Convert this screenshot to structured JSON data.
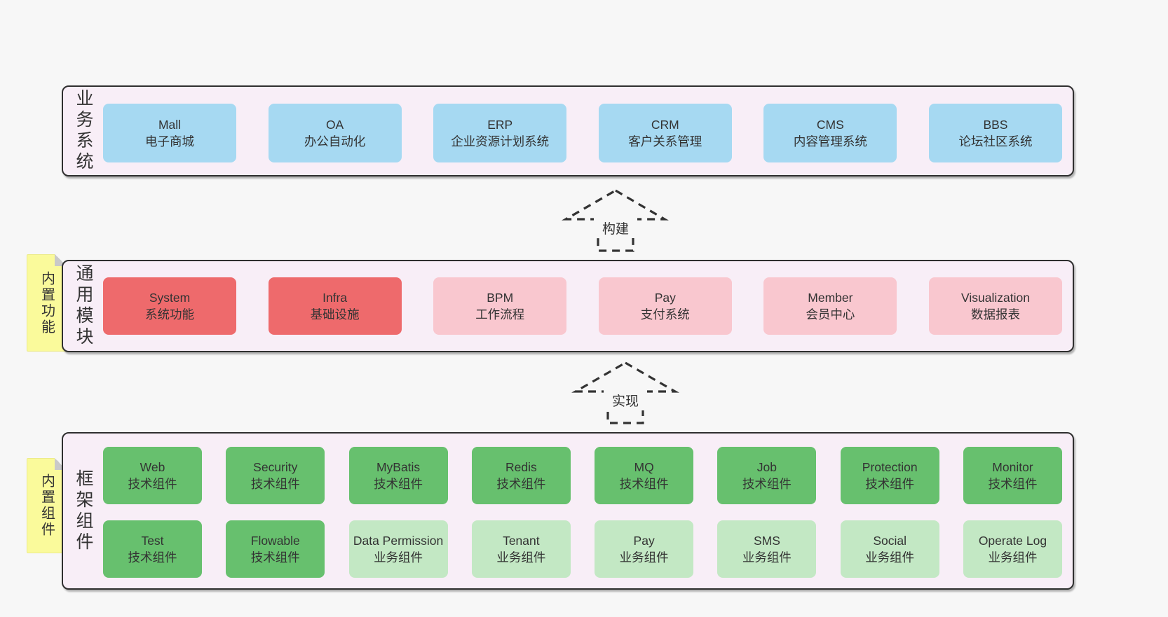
{
  "diagram": {
    "background": "#f7f7f7",
    "container_fill": "#f8eef7",
    "container_border": "#2f2f2f",
    "colors": {
      "blue": "#a6d9f2",
      "red": "#ee6a6c",
      "pink": "#f9c7cf",
      "green": "#67c06e",
      "lightgreen": "#c3e8c4",
      "note_yellow": "#fafa9b",
      "text": "#333333"
    },
    "layers": [
      {
        "label": "业务系统",
        "boxes": [
          {
            "title": "Mall",
            "subtitle": "电子商城"
          },
          {
            "title": "OA",
            "subtitle": "办公自动化"
          },
          {
            "title": "ERP",
            "subtitle": "企业资源计划系统"
          },
          {
            "title": "CRM",
            "subtitle": "客户关系管理"
          },
          {
            "title": "CMS",
            "subtitle": "内容管理系统"
          },
          {
            "title": "BBS",
            "subtitle": "论坛社区系统"
          }
        ]
      },
      {
        "label": "通用模块",
        "boxes": [
          {
            "title": "System",
            "subtitle": "系统功能"
          },
          {
            "title": "Infra",
            "subtitle": "基础设施"
          },
          {
            "title": "BPM",
            "subtitle": "工作流程"
          },
          {
            "title": "Pay",
            "subtitle": "支付系统"
          },
          {
            "title": "Member",
            "subtitle": "会员中心"
          },
          {
            "title": "Visualization",
            "subtitle": "数据报表"
          }
        ]
      },
      {
        "label": "框架组件",
        "rows": [
          {
            "boxes": [
              {
                "title": "Web",
                "subtitle": "技术组件"
              },
              {
                "title": "Security",
                "subtitle": "技术组件"
              },
              {
                "title": "MyBatis",
                "subtitle": "技术组件"
              },
              {
                "title": "Redis",
                "subtitle": "技术组件"
              },
              {
                "title": "MQ",
                "subtitle": "技术组件"
              },
              {
                "title": "Job",
                "subtitle": "技术组件"
              },
              {
                "title": "Protection",
                "subtitle": "技术组件"
              },
              {
                "title": "Monitor",
                "subtitle": "技术组件"
              }
            ]
          },
          {
            "boxes": [
              {
                "title": "Test",
                "subtitle": "技术组件"
              },
              {
                "title": "Flowable",
                "subtitle": "技术组件"
              },
              {
                "title": "Data Permission",
                "subtitle": "业务组件"
              },
              {
                "title": "Tenant",
                "subtitle": "业务组件"
              },
              {
                "title": "Pay",
                "subtitle": "业务组件"
              },
              {
                "title": "SMS",
                "subtitle": "业务组件"
              },
              {
                "title": "Social",
                "subtitle": "业务组件"
              },
              {
                "title": "Operate Log",
                "subtitle": "业务组件"
              }
            ]
          }
        ]
      }
    ],
    "arrows": [
      {
        "label": "构建"
      },
      {
        "label": "实现"
      }
    ],
    "sticky_notes": [
      {
        "label": "内置功能"
      },
      {
        "label": "内置组件"
      }
    ]
  }
}
